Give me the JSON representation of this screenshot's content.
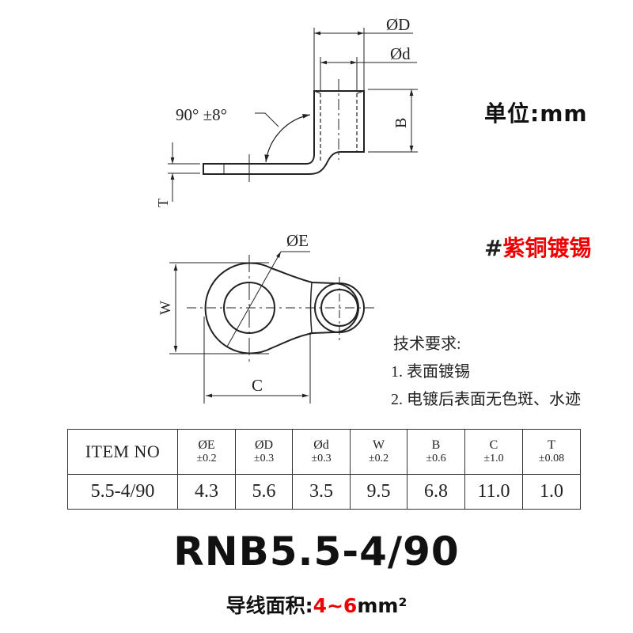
{
  "side_view": {
    "dim_labels": {
      "outer_dia": "ØD",
      "inner_dia": "Ød",
      "height": "B",
      "thickness": "T",
      "angle": "90°  ±8°"
    }
  },
  "top_view": {
    "dim_labels": {
      "hole_dia": "ØE",
      "width": "W",
      "length": "C"
    }
  },
  "unit_label": "单位:mm",
  "material": {
    "hash": "#",
    "text": "紫铜镀锡",
    "color": "#ee0000"
  },
  "requirements": {
    "title": "技术要求:",
    "items": [
      "1. 表面镀锡",
      "2. 电镀后表面无色斑、水迹"
    ]
  },
  "spec_table": {
    "header_first": "ITEM NO",
    "columns": [
      {
        "symbol": "ØE",
        "tolerance": "±0.2"
      },
      {
        "symbol": "ØD",
        "tolerance": "±0.3"
      },
      {
        "symbol": "Ød",
        "tolerance": "±0.3"
      },
      {
        "symbol": "W",
        "tolerance": "±0.2"
      },
      {
        "symbol": "B",
        "tolerance": "±0.6"
      },
      {
        "symbol": "C",
        "tolerance": "±1.0"
      },
      {
        "symbol": "T",
        "tolerance": "±0.08"
      }
    ],
    "row": {
      "item_no": "5.5-4/90",
      "values": [
        "4.3",
        "5.6",
        "3.5",
        "9.5",
        "6.8",
        "11.0",
        "1.0"
      ]
    }
  },
  "model_name": "RNB5.5-4/90",
  "wire_area": {
    "label": "导线面积:",
    "range": "4~6",
    "unit": "mm²",
    "range_color": "#ee0000"
  }
}
